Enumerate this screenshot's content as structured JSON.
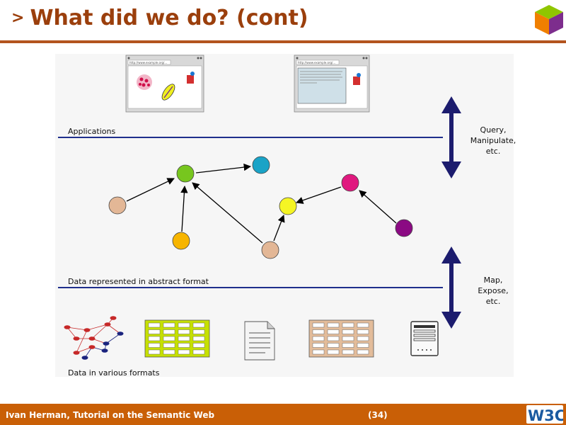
{
  "header": {
    "marker": ">",
    "title": "What did we do? (cont)"
  },
  "diagram": {
    "label_applications": "Applications",
    "label_abstract": "Data represented in abstract format",
    "label_formats": "Data in various formats",
    "side_top": [
      "Query,",
      "Manipulate,",
      "etc."
    ],
    "side_bottom": [
      "Map,",
      "Expose,",
      "etc."
    ],
    "browser_url_1": "http://www.example.org/...",
    "browser_url_2": "http://www.example.org/...",
    "colors": {
      "line": "#1f2f8c",
      "arrow": "#1c1c6e",
      "node_peach": "#e3b796",
      "node_green": "#77c61e",
      "node_teal": "#1aa3c7",
      "node_orange": "#f7b500",
      "node_yellow": "#f5f524",
      "node_pink": "#e0197f",
      "node_purple": "#8b0a83",
      "table_green": "#c6e000",
      "table_peach": "#e3bc9a"
    }
  },
  "footer": {
    "author": "Ivan Herman, Tutorial on the Semantic Web",
    "page": "(34)",
    "logo_text": "W3C"
  }
}
